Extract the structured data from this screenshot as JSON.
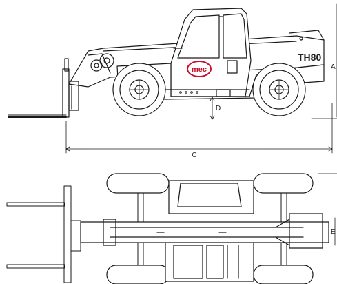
{
  "model": "TH80",
  "brand": "mec",
  "dimensions": {
    "d": "D",
    "c": "C",
    "a": "A",
    "e": "E"
  },
  "colors": {
    "line": "#1a1a1a",
    "brand": "#c8102e",
    "background": "#ffffff"
  }
}
